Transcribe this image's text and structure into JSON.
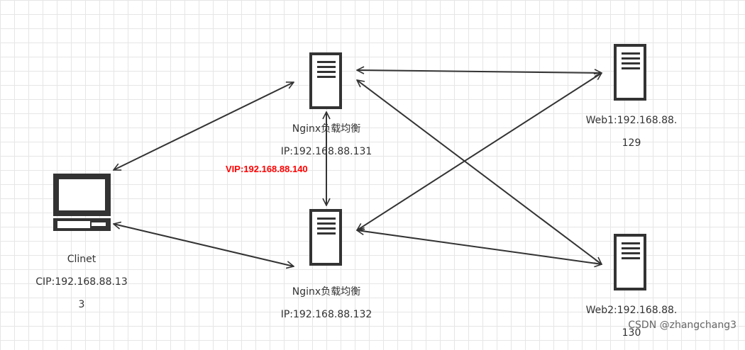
{
  "nodes": {
    "client": {
      "name_line": "Clinet",
      "ip_line1": "CIP:192.168.88.13",
      "ip_line2": "3",
      "icon": "computer-icon"
    },
    "nginx1": {
      "name_line": "Nginx负载均衡",
      "ip_line": "IP:192.168.88.131",
      "icon": "server-icon"
    },
    "nginx2": {
      "name_line": "Nginx负载均衡",
      "ip_line": "IP:192.168.88.132",
      "icon": "server-icon"
    },
    "web1": {
      "line1": "Web1:192.168.88.",
      "line2": "129",
      "icon": "server-icon"
    },
    "web2": {
      "line1": "Web2:192.168.88.",
      "line2": "130",
      "icon": "server-icon"
    }
  },
  "vip_label": "VIP:192.168.88.140",
  "watermark": "CSDN @zhangchang3",
  "colors": {
    "stroke": "#333333",
    "vip": "#ff0000",
    "grid": "#e6e6e6"
  },
  "connections": [
    {
      "from": "client",
      "to": "nginx1",
      "type": "bidirectional"
    },
    {
      "from": "client",
      "to": "nginx2",
      "type": "bidirectional"
    },
    {
      "from": "nginx1",
      "to": "nginx2",
      "type": "bidirectional"
    },
    {
      "from": "nginx1",
      "to": "web1",
      "type": "bidirectional"
    },
    {
      "from": "nginx1",
      "to": "web2",
      "type": "bidirectional"
    },
    {
      "from": "nginx2",
      "to": "web1",
      "type": "bidirectional"
    },
    {
      "from": "nginx2",
      "to": "web2",
      "type": "bidirectional"
    }
  ]
}
